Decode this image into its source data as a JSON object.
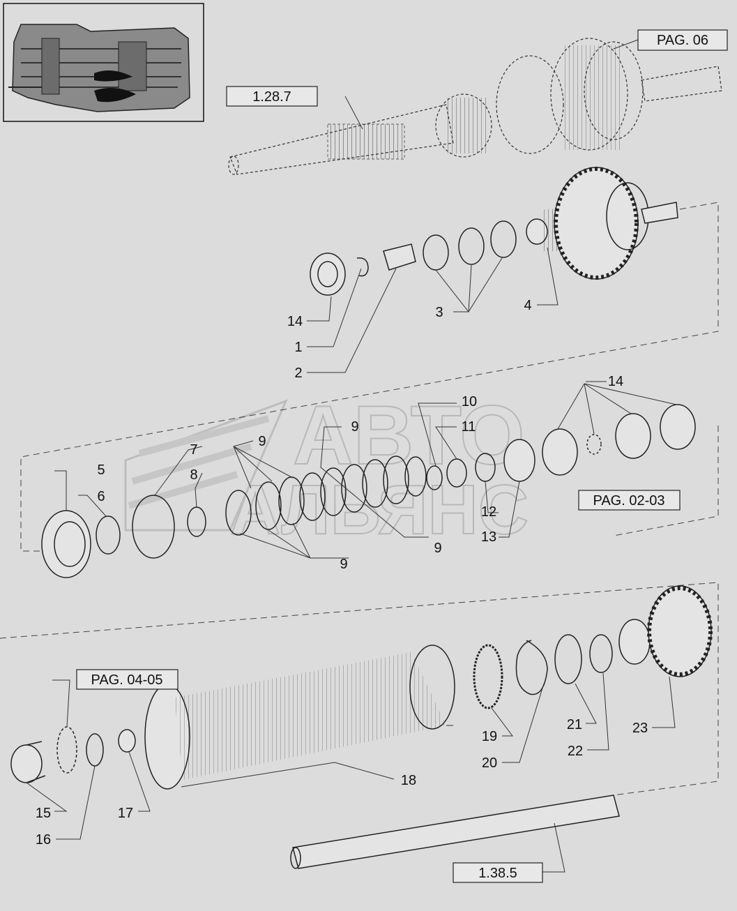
{
  "watermark": {
    "line1": "АВТО",
    "line2": "АЛЬЯНС"
  },
  "ref_boxes": {
    "pag06": "PAG. 06",
    "r1287": "1.28.7",
    "pag0203": "PAG. 02-03",
    "pag0405": "PAG. 04-05",
    "r1385": "1.38.5"
  },
  "callouts": {
    "c14a": "14",
    "c1": "1",
    "c2": "2",
    "c3": "3",
    "c4": "4",
    "c14b": "14",
    "c10": "10",
    "c11": "11",
    "c9a": "9",
    "c9b": "9",
    "c7": "7",
    "c8": "8",
    "c5": "5",
    "c6": "6",
    "c12": "12",
    "c13": "13",
    "c9c": "9",
    "c9d": "9",
    "c15": "15",
    "c16": "16",
    "c17": "17",
    "c18": "18",
    "c19": "19",
    "c20": "20",
    "c21": "21",
    "c22": "22",
    "c23": "23"
  }
}
